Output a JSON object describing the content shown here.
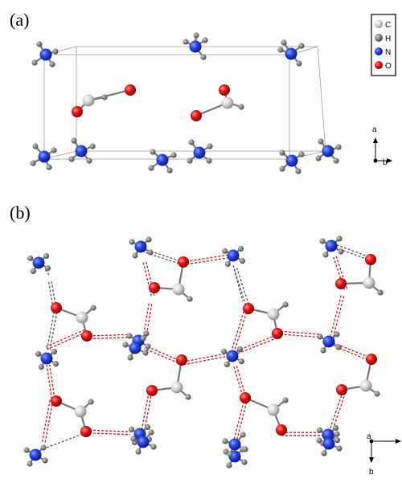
{
  "panels": [
    {
      "label": "(a)"
    },
    {
      "label": "(b)"
    }
  ],
  "legend": [
    {
      "symbol": "C",
      "color": "#d6d6d6"
    },
    {
      "symbol": "H",
      "color": "#8c8c8c"
    },
    {
      "symbol": "N",
      "color": "#1f3dd6"
    },
    {
      "symbol": "O",
      "color": "#e01010"
    }
  ],
  "axes_a": {
    "up": "a",
    "side": "b"
  },
  "axes_b": {
    "origin": "a",
    "down": "b"
  },
  "colors": {
    "carbon": "#d6d6d6",
    "hydrogen": "#8c8c8c",
    "nitrogen": "#1f3dd6",
    "oxygen": "#e01010",
    "cell_edge": "#9a9a9a",
    "hbond_oxygen": "#d01818",
    "hbond_nitrogen": "#555555"
  }
}
